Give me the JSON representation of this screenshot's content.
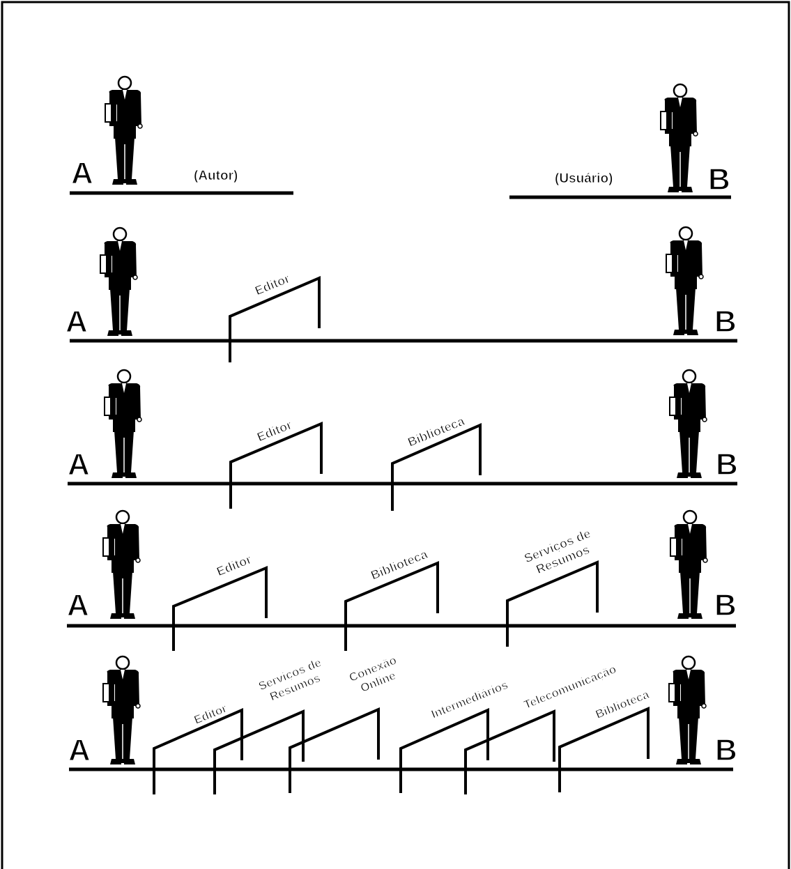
{
  "colors": {
    "ink": "#000000",
    "paper": "#ffffff"
  },
  "person_icon": "businessman-with-briefcase-icon",
  "rows": [
    {
      "left_letter": "A",
      "right_letter": "B",
      "left_role": "(Autor)",
      "right_role": "(Usuário)",
      "stages": []
    },
    {
      "left_letter": "A",
      "right_letter": "B",
      "stages": [
        {
          "lines": [
            "Editor"
          ]
        }
      ]
    },
    {
      "left_letter": "A",
      "right_letter": "B",
      "stages": [
        {
          "lines": [
            "Editor"
          ]
        },
        {
          "lines": [
            "Biblioteca"
          ]
        }
      ]
    },
    {
      "left_letter": "A",
      "right_letter": "B",
      "stages": [
        {
          "lines": [
            "Editor"
          ]
        },
        {
          "lines": [
            "Biblioteca"
          ]
        },
        {
          "lines": [
            "Serviços de",
            "Resumos"
          ]
        }
      ]
    },
    {
      "left_letter": "A",
      "right_letter": "B",
      "stages": [
        {
          "lines": [
            "Editor"
          ]
        },
        {
          "lines": [
            "Serviços de",
            "Resumos"
          ]
        },
        {
          "lines": [
            "Conexão",
            "Online"
          ]
        },
        {
          "lines": [
            "Intermediários"
          ]
        },
        {
          "lines": [
            "Telecomunicação"
          ]
        },
        {
          "lines": [
            "Biblioteca"
          ]
        }
      ]
    }
  ]
}
